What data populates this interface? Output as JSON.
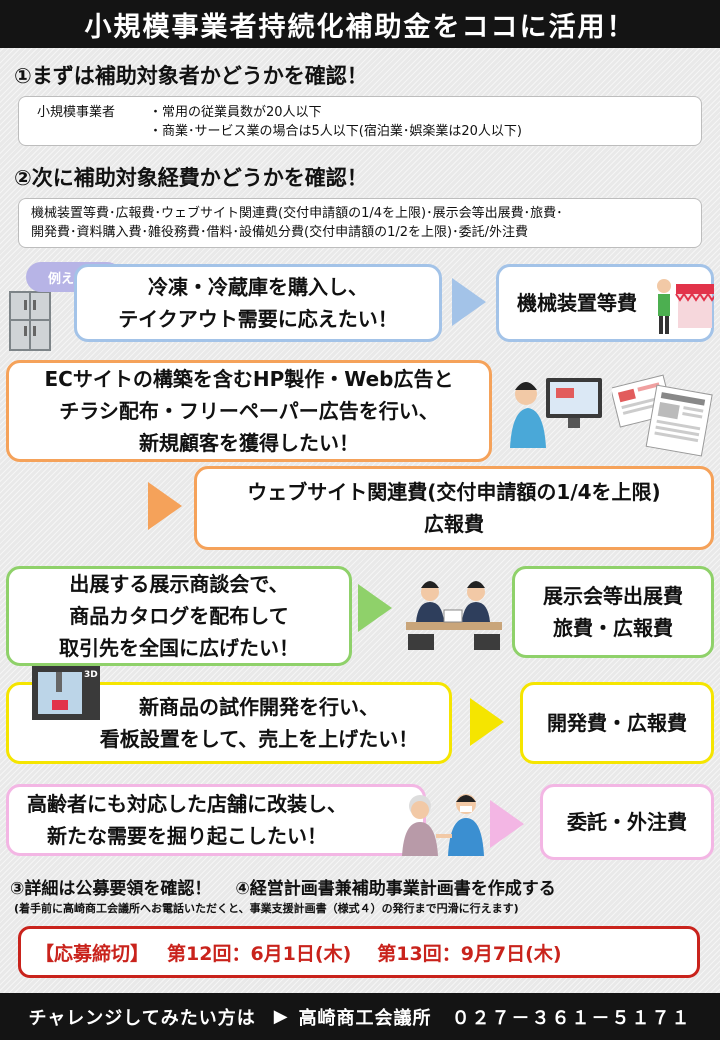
{
  "header": {
    "title": "小規模事業者持続化補助金をココに活用！"
  },
  "step1": {
    "heading": "①まずは補助対象者かどうかを確認！",
    "label": "小規模事業者",
    "line1": "・常用の従業員数が20人以下",
    "line2": "・商業･サービス業の場合は5人以下(宿泊業･娯楽業は20人以下)"
  },
  "step2": {
    "heading": "②次に補助対象経費かどうかを確認！",
    "line1": "機械装置等費･広報費･ウェブサイト関連費(交付申請額の1/4を上限)･展示会等出展費･旅費･",
    "line2": "開発費･資料購入費･雑役務費･借料･設備処分費(交付申請額の1/2を上限)･委託/外注費"
  },
  "examples": {
    "badge": "例えば…",
    "ex1": {
      "line1": "冷凍・冷蔵庫を購入し、",
      "line2": "テイクアウト需要に応えたい！",
      "result": "機械装置等費",
      "icon": "refrigerator-icon"
    },
    "ex2": {
      "line1": "ECサイトの構築を含むHP製作・Web広告と",
      "line2": "チラシ配布・フリーペーパー広告を行い、",
      "line3": "新規顧客を獲得したい！",
      "result1": "ウェブサイト関連費(交付申請額の1/4を上限)",
      "result2": "広報費"
    },
    "ex3": {
      "line1": "出展する展示商談会で、",
      "line2": "商品カタログを配布して",
      "line3": "取引先を全国に広げたい！",
      "result1": "展示会等出展費",
      "result2": "旅費・広報費"
    },
    "ex4": {
      "line1": "新商品の試作開発を行い、",
      "line2": "看板設置をして、売上を上げたい！",
      "result": "開発費・広報費",
      "printer_label": "3D"
    },
    "ex5": {
      "line1": "高齢者にも対応した店舗に改装し、",
      "line2": "新たな需要を掘り起こしたい！",
      "result": "委託・外注費"
    }
  },
  "step3": {
    "heading": "③詳細は公募要領を確認！"
  },
  "step4": {
    "heading": "④経営計画書兼補助事業計画書を作成する",
    "note": "(着手前に高崎商工会議所へお電話いただくと、事業支援計画書（様式４）の発行まで円滑に行えます)"
  },
  "deadline": {
    "label": "【応募締切】",
    "round12": "第12回：6月1日(木)",
    "round13": "第13回：9月7日(木)"
  },
  "footer": {
    "text": "チャレンジしてみたい方は",
    "arrow": "▶",
    "org": "高崎商工会議所",
    "phone": "０２７－３６１－５１７１"
  },
  "colors": {
    "blue": "#a3c3e8",
    "orange": "#f5a25a",
    "green": "#8fd16a",
    "yellow": "#f5e500",
    "pink": "#f3b6e4",
    "red": "#c9231c"
  }
}
